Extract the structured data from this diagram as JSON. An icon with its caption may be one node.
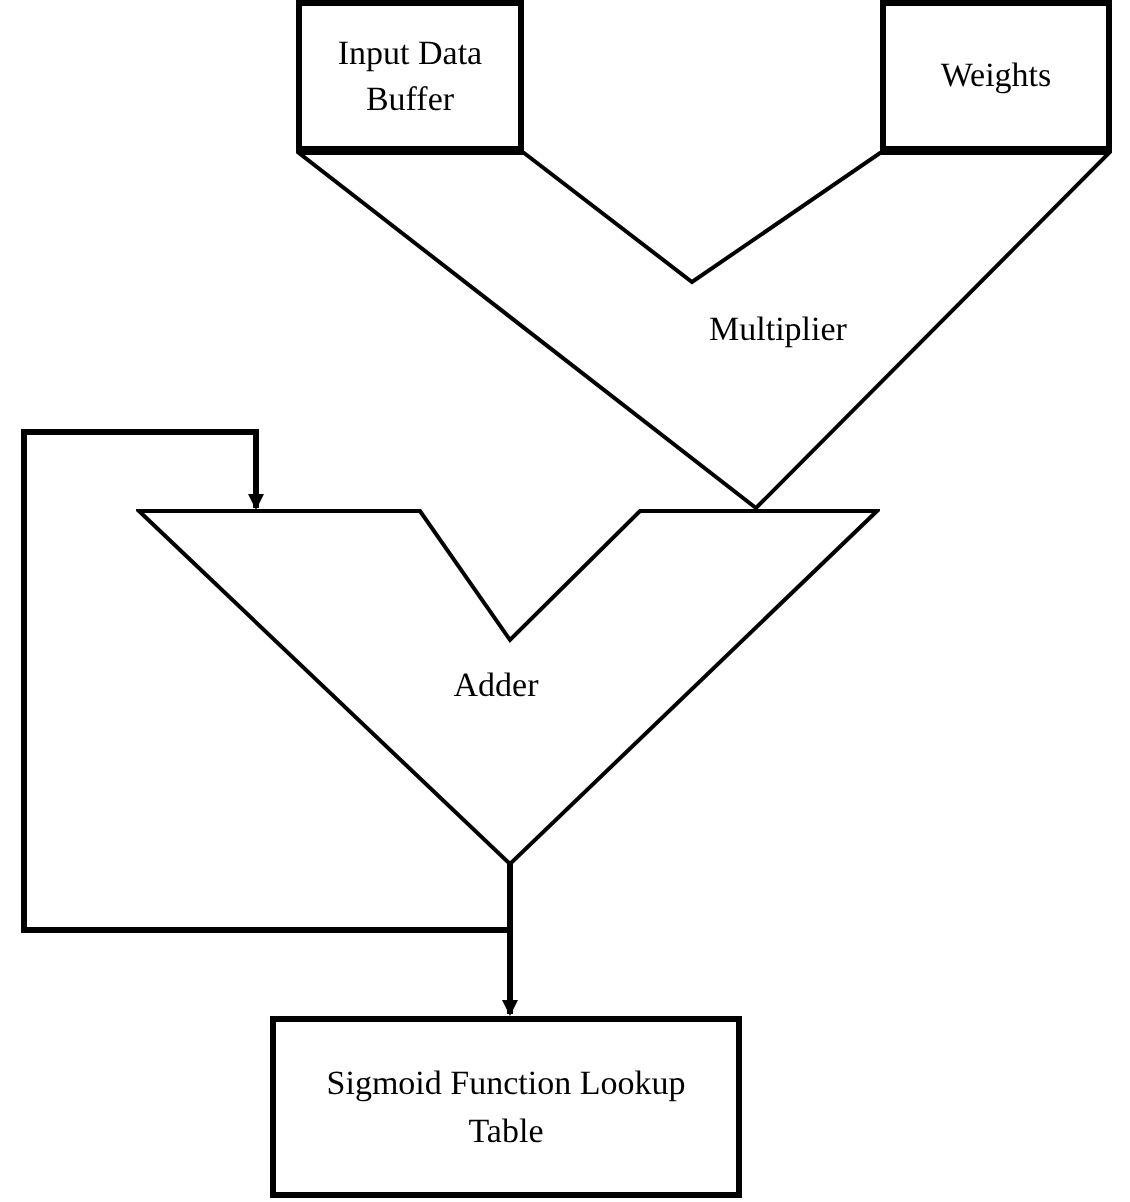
{
  "diagram": {
    "nodes": [
      {
        "text": [
          "Input Data Buffer"
        ]
      },
      {
        "text": [
          "Weights"
        ]
      },
      {
        "text": [
          "Multiplier"
        ]
      },
      {
        "text": [
          "Adder"
        ]
      },
      {
        "text": [
          "Sigmoid Function Lookup Table"
        ]
      }
    ],
    "edges": [
      {
        "from": 3,
        "to": 3,
        "arrow": "to"
      },
      {
        "from": 3,
        "to": 4,
        "arrow": "to"
      }
    ]
  }
}
